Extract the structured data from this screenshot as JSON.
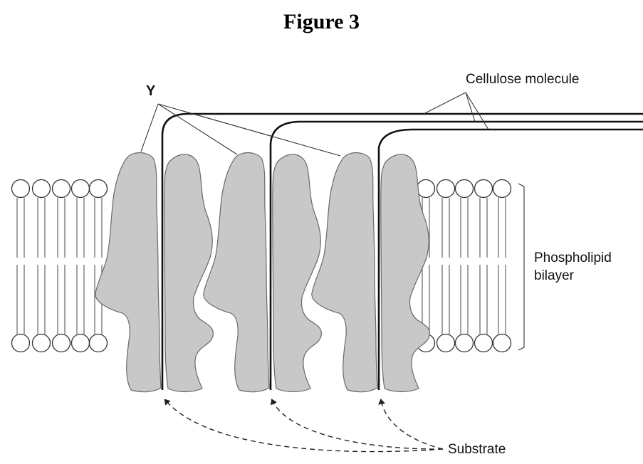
{
  "figure": {
    "title": "Figure 3"
  },
  "labels": {
    "y": "Y",
    "cellulose": "Cellulose molecule",
    "phospholipid_line1": "Phospholipid",
    "phospholipid_line2": "bilayer",
    "substrate": "Substrate"
  }
}
